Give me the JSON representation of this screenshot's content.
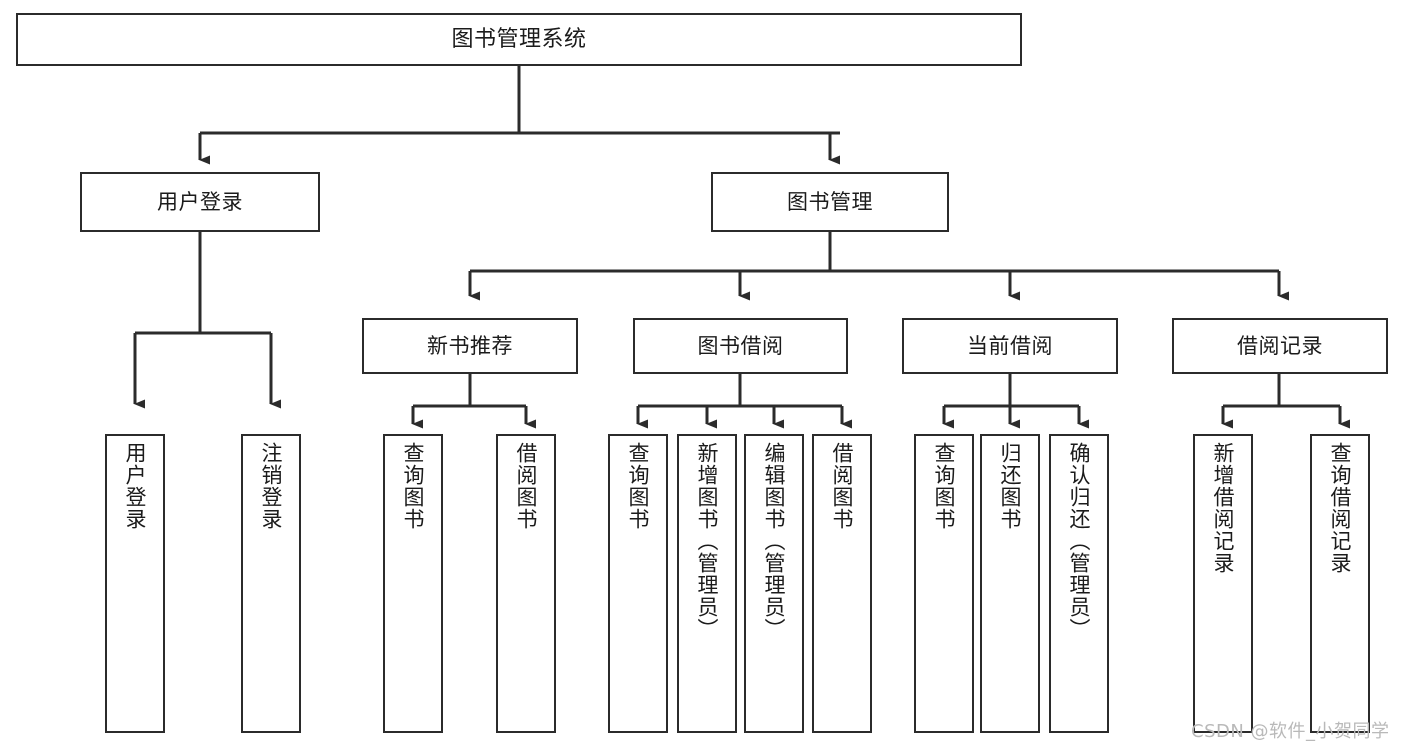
{
  "diagram": {
    "type": "tree",
    "title": "图书管理系统",
    "watermark": "CSDN @软件_小贺同学",
    "colors": {
      "box_border": "#2b2b2b",
      "box_fill": "#ffffff",
      "edge": "#2b2b2b",
      "text": "#1b1b1b",
      "watermark": "#b9b9b9",
      "background": "#ffffff"
    },
    "nodes": {
      "root": {
        "label": "图书管理系统"
      },
      "level2": [
        {
          "id": "user-login",
          "label": "用户登录"
        },
        {
          "id": "book-management",
          "label": "图书管理"
        }
      ],
      "level3": [
        {
          "id": "new-book-recommend",
          "label": "新书推荐"
        },
        {
          "id": "book-borrow",
          "label": "图书借阅"
        },
        {
          "id": "current-borrow",
          "label": "当前借阅"
        },
        {
          "id": "borrow-record",
          "label": "借阅记录"
        }
      ],
      "leaves": {
        "user-login": [
          {
            "id": "leaf-user-login",
            "label": "用户登录"
          },
          {
            "id": "leaf-logout-login",
            "label": "注销登录"
          }
        ],
        "new-book-recommend": [
          {
            "id": "leaf-query-book-1",
            "label": "查询图书"
          },
          {
            "id": "leaf-borrow-book-1",
            "label": "借阅图书"
          }
        ],
        "book-borrow": [
          {
            "id": "leaf-query-book-2",
            "label": "查询图书"
          },
          {
            "id": "leaf-add-book",
            "label": "新增图书（管理员）"
          },
          {
            "id": "leaf-edit-book",
            "label": "编辑图书（管理员）"
          },
          {
            "id": "leaf-borrow-book-2",
            "label": "借阅图书"
          }
        ],
        "current-borrow": [
          {
            "id": "leaf-query-book-3",
            "label": "查询图书"
          },
          {
            "id": "leaf-return-book",
            "label": "归还图书"
          },
          {
            "id": "leaf-confirm-return",
            "label": "确认归还（管理员）"
          }
        ],
        "borrow-record": [
          {
            "id": "leaf-add-record",
            "label": "新增借阅记录"
          },
          {
            "id": "leaf-query-record",
            "label": "查询借阅记录"
          }
        ]
      }
    }
  }
}
